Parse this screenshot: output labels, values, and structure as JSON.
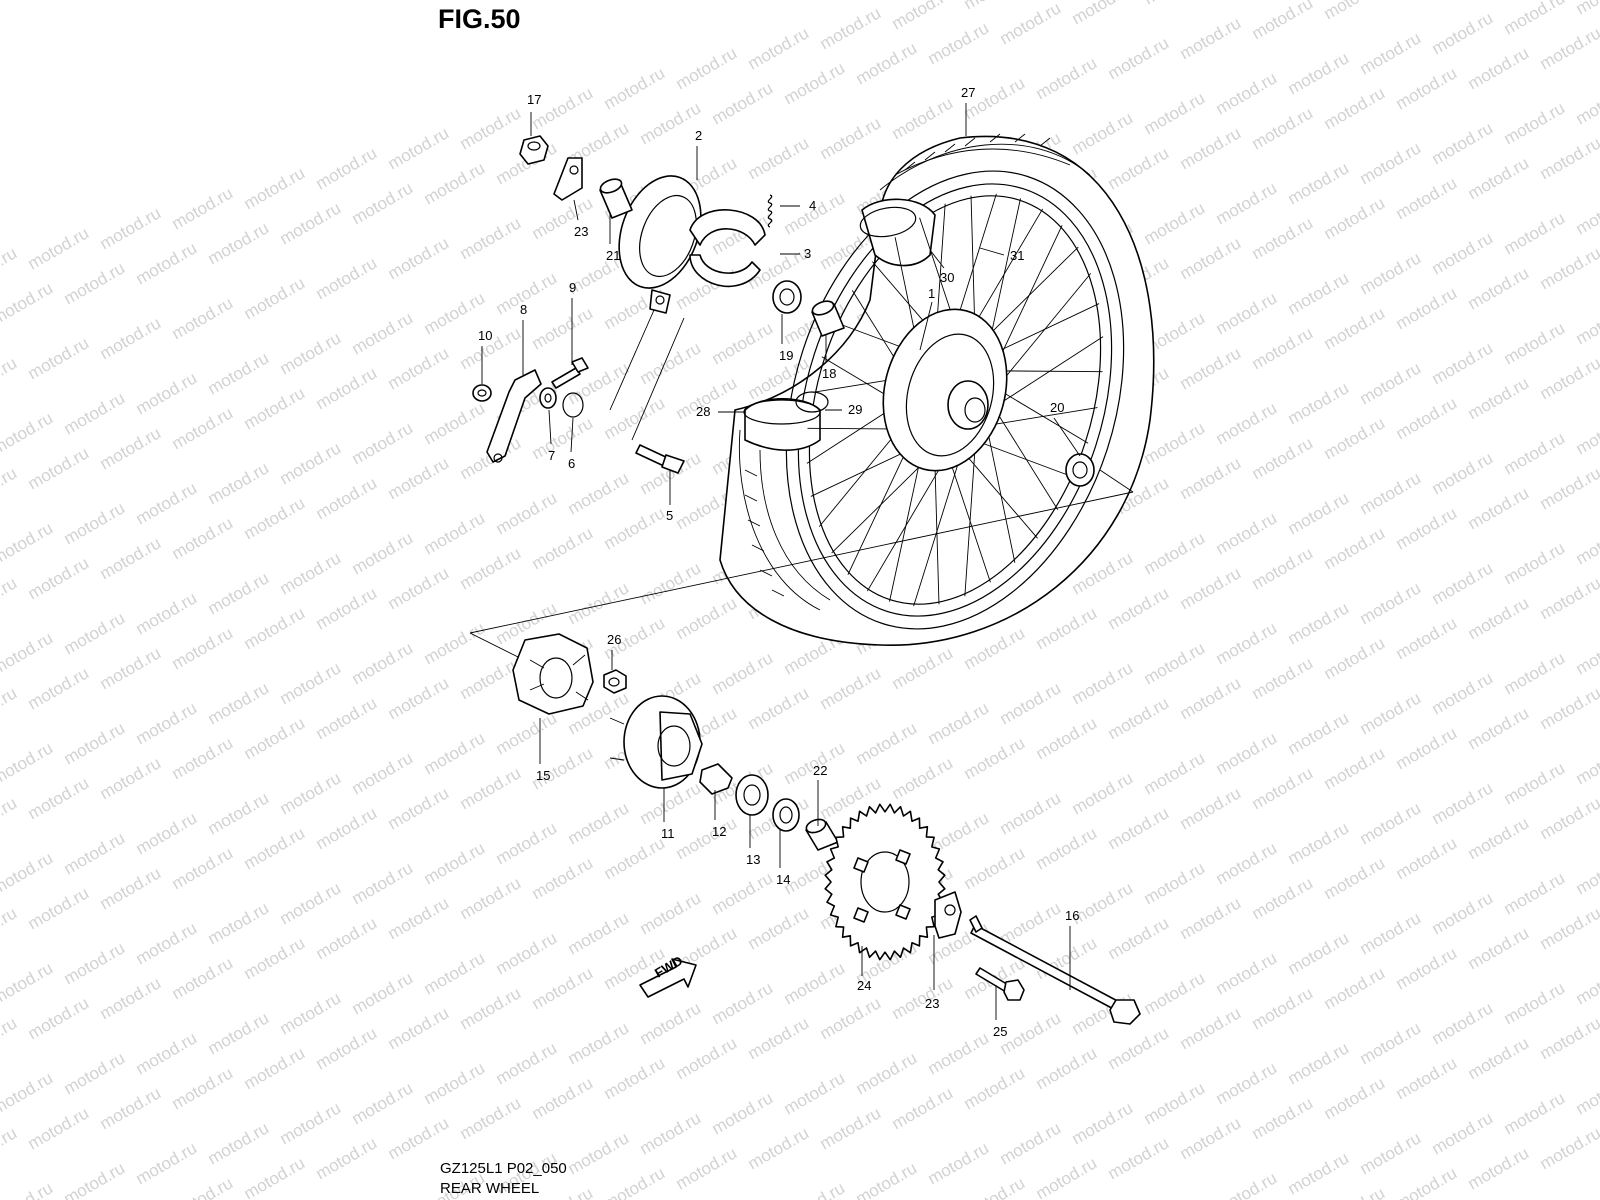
{
  "figure": {
    "title": "FIG.50",
    "code": "GZ125L1 P02_050",
    "name": "REAR WHEEL",
    "watermark": "motod.ru",
    "fwd_arrow": "FWD"
  },
  "callouts": [
    "1",
    "2",
    "3",
    "4",
    "5",
    "6",
    "7",
    "8",
    "9",
    "10",
    "11",
    "12",
    "13",
    "14",
    "15",
    "16",
    "17",
    "18",
    "19",
    "20",
    "21",
    "22",
    "23",
    "24",
    "25",
    "26",
    "27",
    "28",
    "29",
    "30",
    "31"
  ]
}
